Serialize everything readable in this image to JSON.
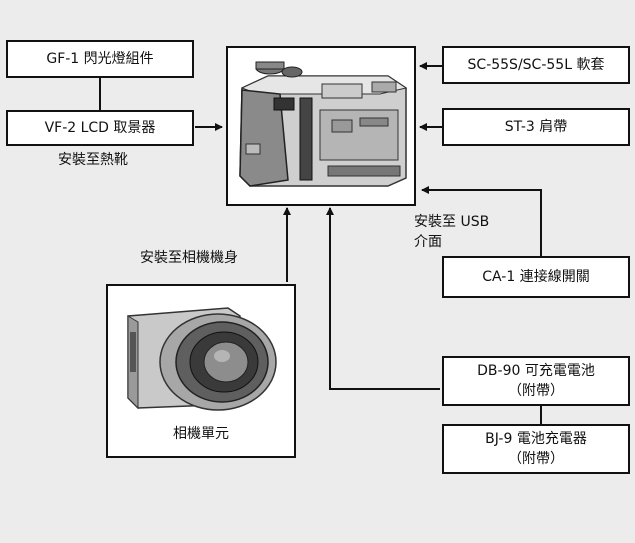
{
  "boxes": {
    "gf1": "GF-1 閃光燈組件",
    "vf2": "VF-2 LCD 取景器",
    "sc55": "SC-55S/SC-55L 軟套",
    "st3": "ST-3 肩帶",
    "ca1": "CA-1 連接線開關",
    "db90_line1": "DB-90 可充電電池",
    "db90_line2": "（附帶）",
    "bj9_line1": "BJ-9 電池充電器",
    "bj9_line2": "（附帶）",
    "camera_unit": "相機單元"
  },
  "labels": {
    "hot_shoe": "安裝至熱靴",
    "usb_line1": "安裝至 USB",
    "usb_line2": "介面",
    "attach_body": "安裝至相機機身"
  }
}
